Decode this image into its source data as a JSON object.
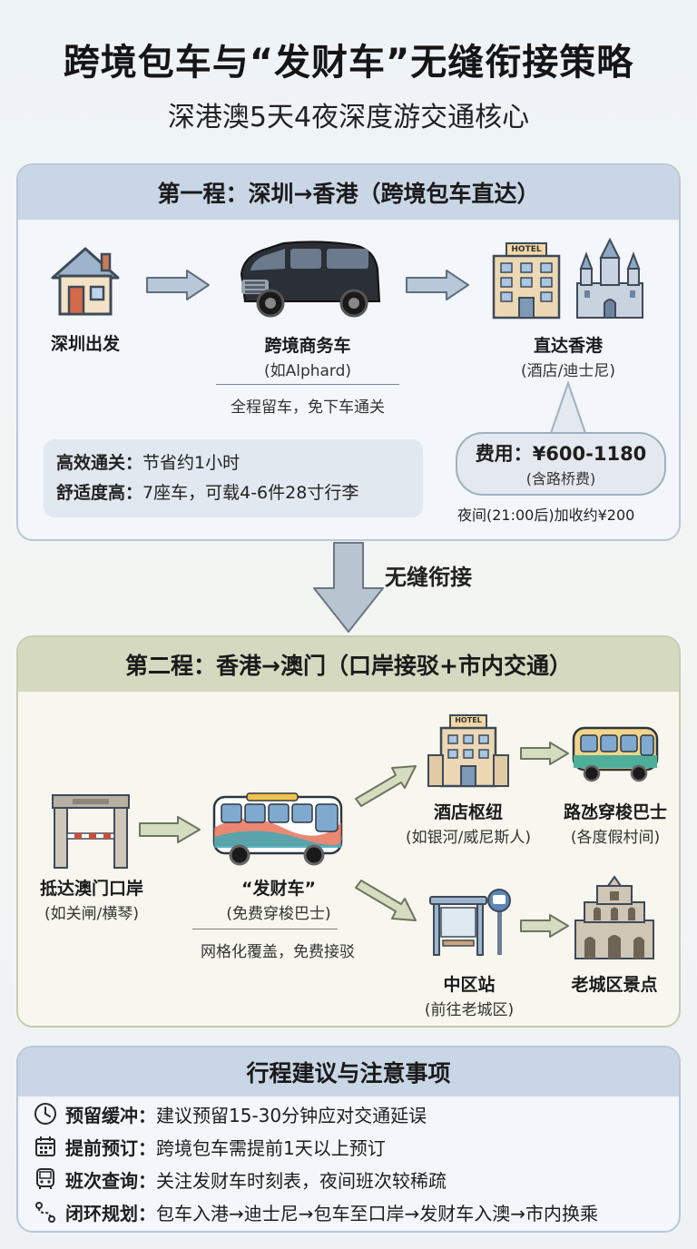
{
  "header": {
    "title": "跨境包车与“发财车”无缝衔接策略",
    "subtitle": "深港澳5天4夜深度游交通核心"
  },
  "leg1": {
    "heading": "第一程：深圳→香港（跨境包车直达）",
    "start_label": "深圳出发",
    "vehicle_label": "跨境商务车",
    "vehicle_sub": "(如Alphard)",
    "vehicle_note": "全程留车，免下车通关",
    "dest_label": "直达香港",
    "dest_sub": "(酒店/迪士尼)",
    "hotel_sign": "HOTEL",
    "benefits": [
      {
        "key": "高效通关：",
        "value": "节省约1小时"
      },
      {
        "key": "舒适度高：",
        "value": "7座车，可载4-6件28寸行李"
      }
    ],
    "fee_label": "费用：",
    "fee_value": "¥600-1180",
    "fee_sub": "(含路桥费)",
    "night_note": "夜间(21:00后)加收约¥200"
  },
  "connector": {
    "label": "无缝衔接"
  },
  "leg2": {
    "heading": "第二程：香港→澳门（口岸接驳+市内交通）",
    "port_label": "抵达澳门口岸",
    "port_sub": "(如关闸/横琴)",
    "bus_label": "“发财车”",
    "bus_sub": "(免费穿梭巴士)",
    "bus_note": "网格化覆盖，免费接驳",
    "hub_label": "酒店枢纽",
    "hub_sub": "(如银河/威尼斯人)",
    "hotel_sign": "HOTEL",
    "shuttle_label": "路氹穿梭巴士",
    "shuttle_sub": "(各度假村间)",
    "station_label": "中区站",
    "station_sub": "(前往老城区)",
    "oldtown_label": "老城区景点"
  },
  "tips": {
    "heading": "行程建议与注意事项",
    "items": [
      {
        "icon": "clock-icon",
        "key": "预留缓冲：",
        "value": "建议预留15-30分钟应对交通延误"
      },
      {
        "icon": "calendar-icon",
        "key": "提前预订：",
        "value": "跨境包车需提前1天以上预订"
      },
      {
        "icon": "bus-icon",
        "key": "班次查询：",
        "value": "关注发财车时刻表，夜间班次较稀疏"
      },
      {
        "icon": "route-icon",
        "key": "闭环规划：",
        "value": "包车入港→迪士尼→包车至口岸→发财车入澳→市内换乘"
      }
    ]
  },
  "colors": {
    "leg1_header": "#c9d6e6",
    "leg2_header": "#d5d9c0",
    "arrow": "#b8c8d8"
  }
}
